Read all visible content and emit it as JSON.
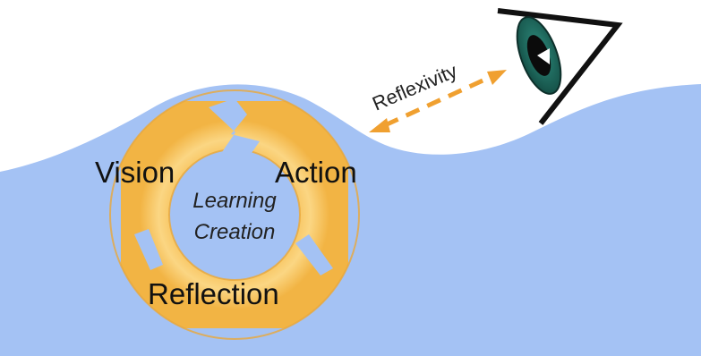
{
  "diagram": {
    "cycle_labels": {
      "vision": "Vision",
      "action": "Action",
      "reflection": "Reflection"
    },
    "center_labels": {
      "line1": "Learning",
      "line2": "Creation"
    },
    "reflexivity_label": "Reflexivity"
  },
  "colors": {
    "water": "#a4c2f4",
    "cycle_fill": "#f9c866",
    "cycle_edge": "#e9a93a",
    "arrow": "#f0a030",
    "eye_iris": "#1f6b5e",
    "eye_outline": "#111111"
  }
}
